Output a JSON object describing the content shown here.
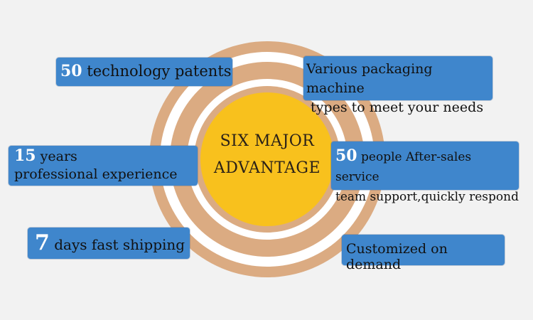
{
  "center": {
    "line1": "SIX MAJOR",
    "line2": "ADVANTAGE"
  },
  "advantages": [
    {
      "number": "50",
      "text": " technology patents"
    },
    {
      "line1": "Various packaging machine",
      "line2": " types to meet your needs"
    },
    {
      "number": "15",
      "text_line1": " years",
      "text_line2": "professional experience"
    },
    {
      "number": "50",
      "text_line1": " people After-sales service",
      "text_line2": "team support,quickly respond"
    },
    {
      "number": "7",
      "text": " days fast shipping"
    },
    {
      "text": "Customized on demand"
    }
  ],
  "colors": {
    "background": "#f2f2f2",
    "ring": "#dbab82",
    "core": "#f8c11d",
    "box": "#3f86cc"
  }
}
